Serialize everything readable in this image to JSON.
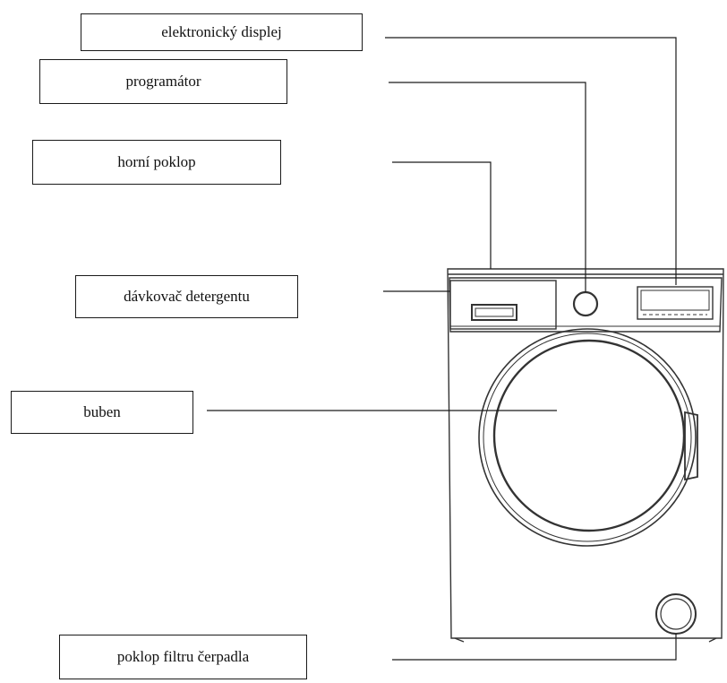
{
  "labels": {
    "display": "elektronický displej",
    "programmer": "programátor",
    "top_lid": "horní poklop",
    "detergent_dispenser": "dávkovač detergentu",
    "drum": "buben",
    "pump_filter_cover": "poklop filtru čerpadla"
  },
  "colors": {
    "line": "#1a1a1a",
    "machine_outline": "#333333",
    "background": "#ffffff"
  }
}
